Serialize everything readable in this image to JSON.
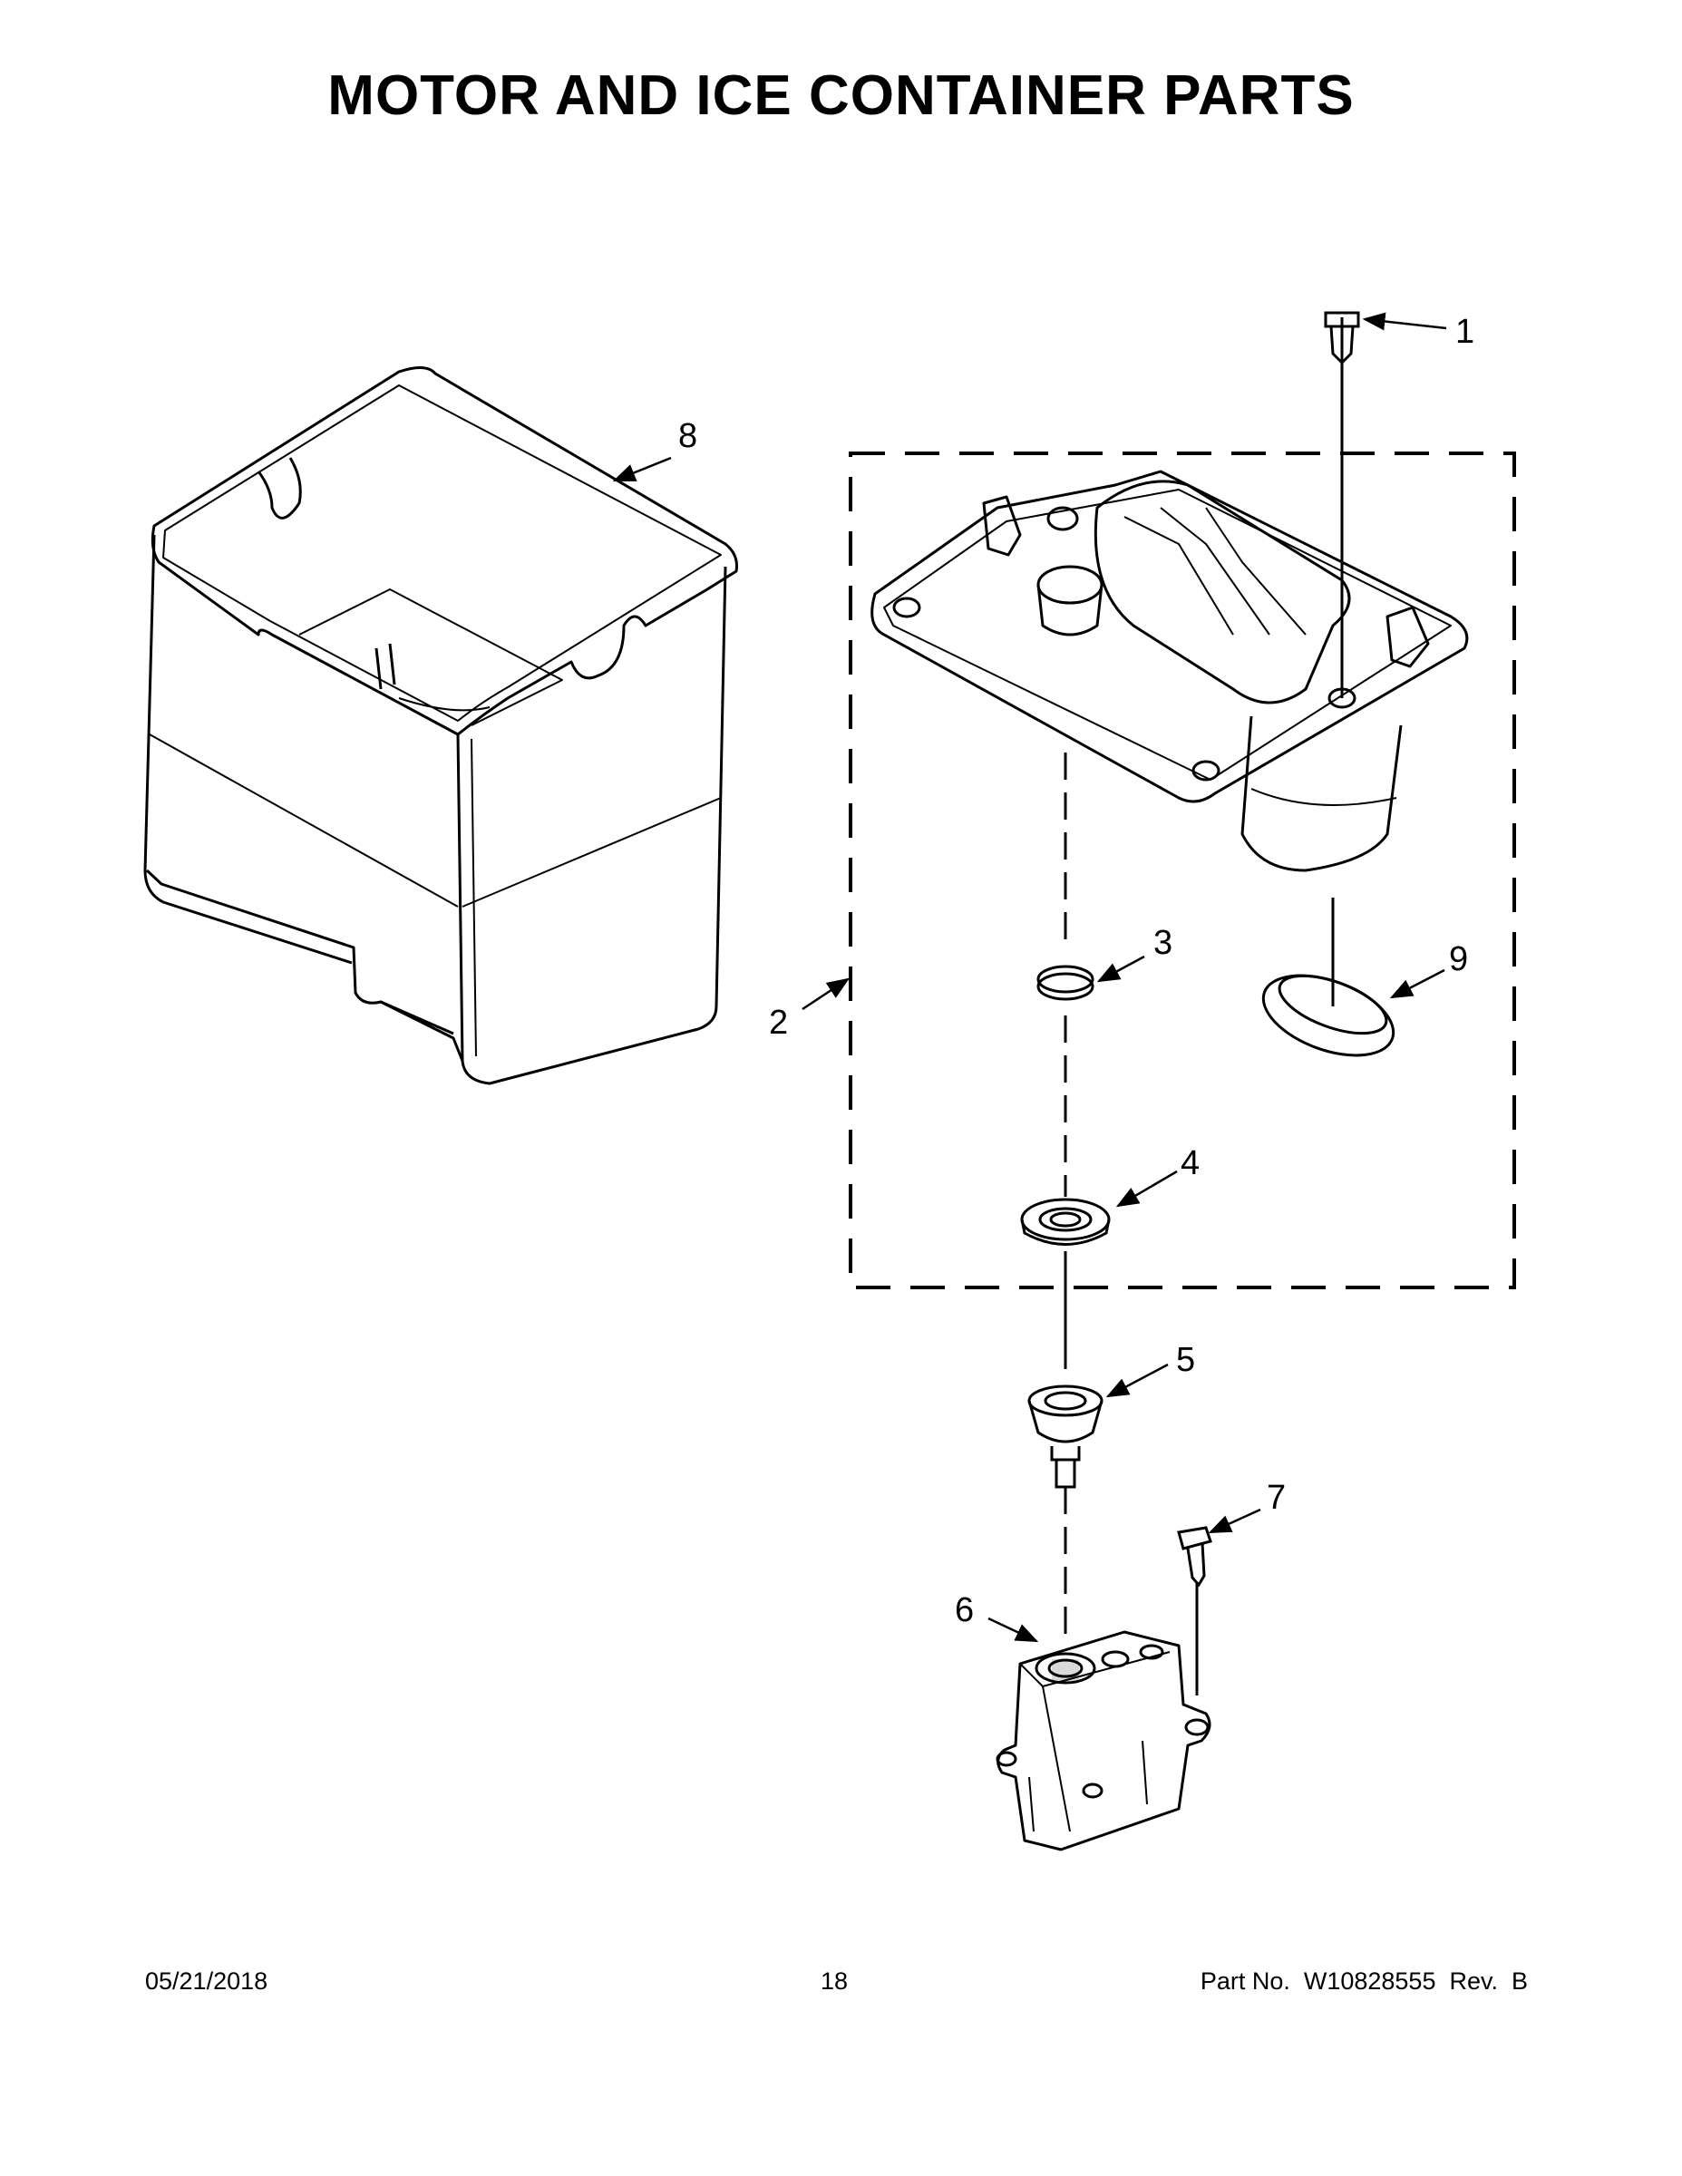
{
  "title": "MOTOR AND ICE CONTAINER PARTS",
  "callouts": [
    "1",
    "2",
    "3",
    "4",
    "5",
    "6",
    "7",
    "8",
    "9"
  ],
  "footer": {
    "date": "05/21/2018",
    "page": "18",
    "part": "Part No.  W10828555  Rev.  B"
  }
}
